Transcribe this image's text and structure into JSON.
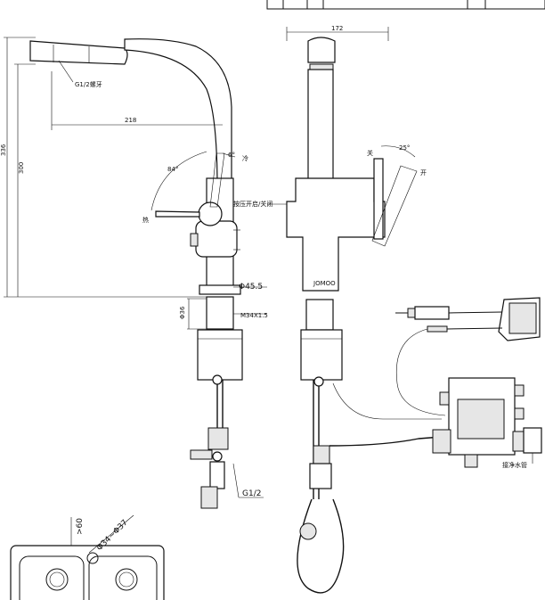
{
  "dimensions": {
    "total_height": "336",
    "spout_height": "300",
    "reach": "218",
    "width_top": "172",
    "angle_rotate": "84°",
    "angle_handle": "6°",
    "angle_lever": "25°",
    "pipe_dia": "Φ45.5",
    "base_dia": "Φ36",
    "thread": "M34X1.5",
    "connector": "G1/2",
    "aerator_thread": "G1/2螺牙",
    "sink_gap": ">60",
    "sink_hole": "Φ34~Φ37"
  },
  "labels": {
    "cold": "冷",
    "hot": "热",
    "close": "关",
    "open": "开",
    "push_button": "按压开启/关闭",
    "purify_pipe": "接净水管",
    "brand": "JOMOO"
  }
}
